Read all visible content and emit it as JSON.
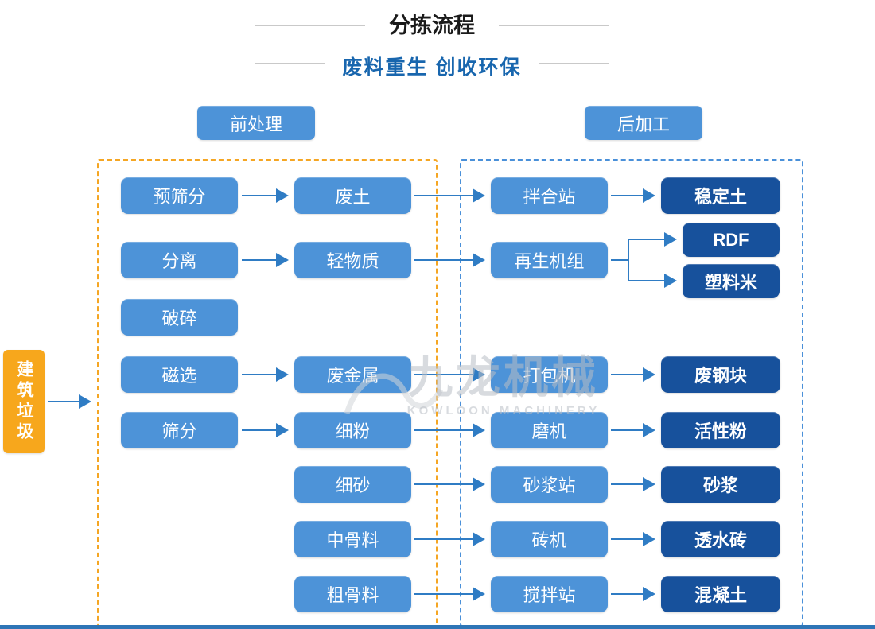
{
  "header": {
    "title": "分拣流程",
    "subtitle": "废料重生 创收环保"
  },
  "stages": {
    "pre": "前处理",
    "post": "后加工"
  },
  "source": "建筑垃圾",
  "watermark": {
    "name_cn": "九龙机械",
    "name_en": "KOWLOON MACHINERY"
  },
  "flow": {
    "col1": [
      "预筛分",
      "分离",
      "破碎",
      "磁选",
      "筛分"
    ],
    "col2": [
      "废土",
      "轻物质",
      "废金属",
      "细粉",
      "细砂",
      "中骨料",
      "粗骨料"
    ],
    "col3": [
      "拌合站",
      "再生机组",
      "打包机",
      "磨机",
      "砂浆站",
      "砖机",
      "搅拌站"
    ],
    "col4": [
      "稳定土",
      "RDF",
      "塑料米",
      "废钢块",
      "活性粉",
      "砂浆",
      "透水砖",
      "混凝土"
    ]
  },
  "colors": {
    "node_blue": "#4d93d8",
    "node_dark_blue": "#17519c",
    "accent_orange": "#f7a71c",
    "arrow_blue": "#2f7cc4",
    "dashed_orange": "#f5a623",
    "dashed_blue": "#4a90d9",
    "subtitle_blue": "#1866ae",
    "bottom_bar": "#2e75b6"
  }
}
